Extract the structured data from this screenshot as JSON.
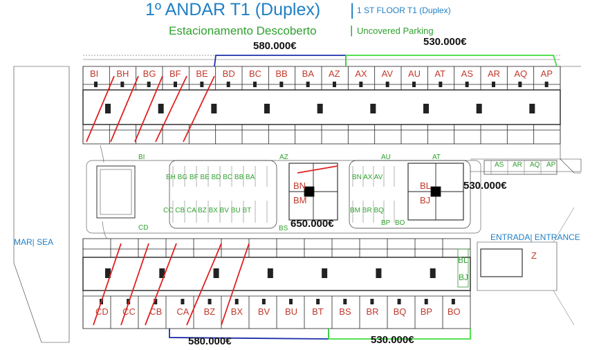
{
  "title": {
    "main": "1º ANDAR  T1 (Duplex)",
    "separator": "|",
    "english": "1 ST FLOOR   T1 (Duplex)"
  },
  "parking": {
    "portuguese": "Estacionamento Descoberto",
    "separator": "|",
    "english": "Uncovered Parking"
  },
  "prices": {
    "top_left": "580.000€",
    "top_right": "530.000€",
    "right_middle": "530.000€",
    "center": "650.000€",
    "bottom_left": "580.000€",
    "bottom_right": "530.000€"
  },
  "labels": {
    "sea": "MAR| SEA",
    "entrance": "ENTRADA| ENTRANCE"
  },
  "units": {
    "top_row": [
      "BI",
      "BH",
      "BG",
      "BF",
      "BE",
      "BD",
      "BC",
      "BB",
      "BA",
      "AZ",
      "AX",
      "AV",
      "AU",
      "AT",
      "AS",
      "AR",
      "AQ",
      "AP"
    ],
    "bottom_row": [
      "CD",
      "CC",
      "CB",
      "CA",
      "BZ",
      "BX",
      "BV",
      "BU",
      "BT",
      "BS",
      "BR",
      "BQ",
      "BP",
      "BO"
    ],
    "center_block": [
      "BN",
      "BM"
    ],
    "right_block": [
      "BL",
      "BJ"
    ],
    "side_block": [
      "BL",
      "BJ"
    ],
    "east_unit": "Z"
  },
  "parking_labels": {
    "road_top": [
      "BI",
      "AZ",
      "AU",
      "AT"
    ],
    "road_bottom": [
      "CD",
      "BS"
    ],
    "bay_left_top": "BH BG BF BE BD BC BB BA",
    "bay_left_bottom": "CC CB CA BZ BX BV BU BT",
    "bay_center_top": "BN AX AV",
    "bay_center_bottom": "BM BR BQ",
    "bay_bottom_extra": [
      "BP",
      "BO"
    ],
    "bay_right": [
      "AS",
      "AR",
      "AQ",
      "AP"
    ]
  },
  "colors": {
    "title_blue": "#1f7fc4",
    "parking_green": "#2ea02e",
    "unit_red": "#c0392b",
    "bracket_blue": "#1c2fa8",
    "bracket_green": "#3ddc3d",
    "plan_black": "#222222"
  }
}
